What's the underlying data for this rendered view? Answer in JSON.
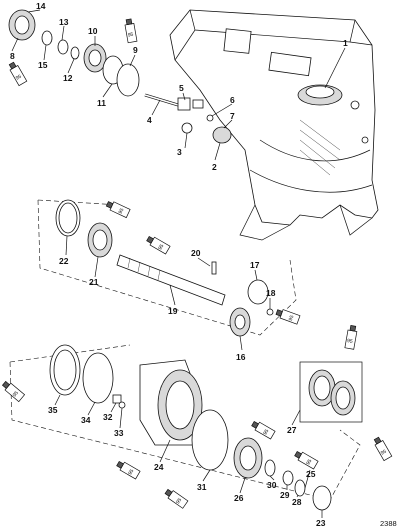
{
  "callouts": [
    {
      "id": "c1",
      "text": "1"
    },
    {
      "id": "c2",
      "text": "2"
    },
    {
      "id": "c3",
      "text": "3"
    },
    {
      "id": "c4",
      "text": "4"
    },
    {
      "id": "c5",
      "text": "5"
    },
    {
      "id": "c6",
      "text": "6"
    },
    {
      "id": "c7",
      "text": "7"
    },
    {
      "id": "c8",
      "text": "8"
    },
    {
      "id": "c9",
      "text": "9"
    },
    {
      "id": "c10",
      "text": "10"
    },
    {
      "id": "c11",
      "text": "11"
    },
    {
      "id": "c12",
      "text": "12"
    },
    {
      "id": "c13",
      "text": "13"
    },
    {
      "id": "c14",
      "text": "14"
    },
    {
      "id": "c15",
      "text": "15"
    },
    {
      "id": "c16",
      "text": "16"
    },
    {
      "id": "c17",
      "text": "17"
    },
    {
      "id": "c18",
      "text": "18"
    },
    {
      "id": "c19",
      "text": "19"
    },
    {
      "id": "c20",
      "text": "20"
    },
    {
      "id": "c21",
      "text": "21"
    },
    {
      "id": "c22",
      "text": "22"
    },
    {
      "id": "c23",
      "text": "23"
    },
    {
      "id": "c24",
      "text": "24"
    },
    {
      "id": "c25",
      "text": "25"
    },
    {
      "id": "c26",
      "text": "26"
    },
    {
      "id": "c27",
      "text": "27"
    },
    {
      "id": "c28",
      "text": "28"
    },
    {
      "id": "c29",
      "text": "29"
    },
    {
      "id": "c30",
      "text": "30"
    },
    {
      "id": "c31",
      "text": "31"
    },
    {
      "id": "c32",
      "text": "32"
    },
    {
      "id": "c33",
      "text": "33"
    },
    {
      "id": "c34",
      "text": "34"
    },
    {
      "id": "c35",
      "text": "35"
    }
  ],
  "sealant_code": "95",
  "drawing_number": "2388"
}
